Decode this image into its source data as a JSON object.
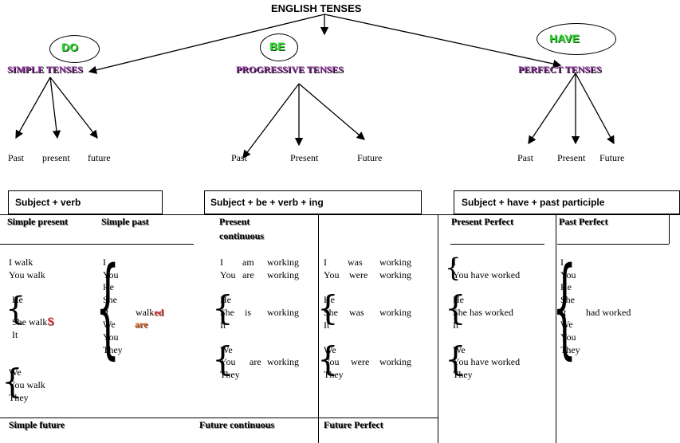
{
  "title": "ENGLISH TENSES",
  "groups": [
    {
      "aux": "DO",
      "name": "SIMPLE TENSES",
      "forms": [
        "Past",
        "present",
        "future"
      ]
    },
    {
      "aux": "BE",
      "name": "PROGRESSIVE TENSES",
      "forms": [
        "Past",
        "Present",
        "Future"
      ]
    },
    {
      "aux": "HAVE",
      "name": "PERFECT TENSES",
      "forms": [
        "Past",
        "Present",
        "Future"
      ]
    }
  ],
  "formulas": [
    "Subject + verb",
    "Subject + be + verb + ing",
    "Subject + have + past participle"
  ],
  "headers": {
    "simple_present": "Simple present",
    "simple_past": "Simple past",
    "present_continuous_1": "Present",
    "present_continuous_2": "continuous",
    "present_perfect": "Present Perfect",
    "past_perfect": "Past Perfect",
    "simple_future": "Simple future",
    "future_continuous": "Future continuous",
    "future_perfect": "Future Perfect"
  },
  "simple_present": {
    "i_walk": "I walk",
    "you_walk": "You walk",
    "he": "He",
    "she_walk": "She walk",
    "s": "S",
    "it": "It",
    "we": "We",
    "you_walk2": "You walk",
    "they": "They"
  },
  "simple_past": {
    "pronouns": [
      "I",
      "You",
      "He",
      "She",
      "It",
      "We",
      "You",
      "They"
    ],
    "walk": "walk",
    "ed": "ed",
    "are": "are"
  },
  "past_cont": {
    "col1": [
      "I",
      "You",
      "He",
      "She",
      "It",
      "We",
      "You",
      "They"
    ],
    "col2": [
      "am",
      "are",
      "is",
      "are"
    ],
    "working": "working"
  },
  "past_past_cont": {
    "col1": [
      "I",
      "You",
      "He",
      "She",
      "It",
      "We",
      "You",
      "They"
    ],
    "col2": [
      "was",
      "were",
      "was",
      "were"
    ]
  },
  "present_perfect": {
    "i": "I",
    "you_have_worked": "You have worked",
    "he": "He",
    "she_has_worked": "She  has worked",
    "it": "It",
    "we": "We",
    "you_have_worked2": "You  have worked",
    "they": "They"
  },
  "past_perfect": {
    "pronouns": [
      "I",
      "You",
      "He",
      "She",
      "It",
      "We",
      "You",
      "They"
    ],
    "had_worked": "had  worked"
  }
}
